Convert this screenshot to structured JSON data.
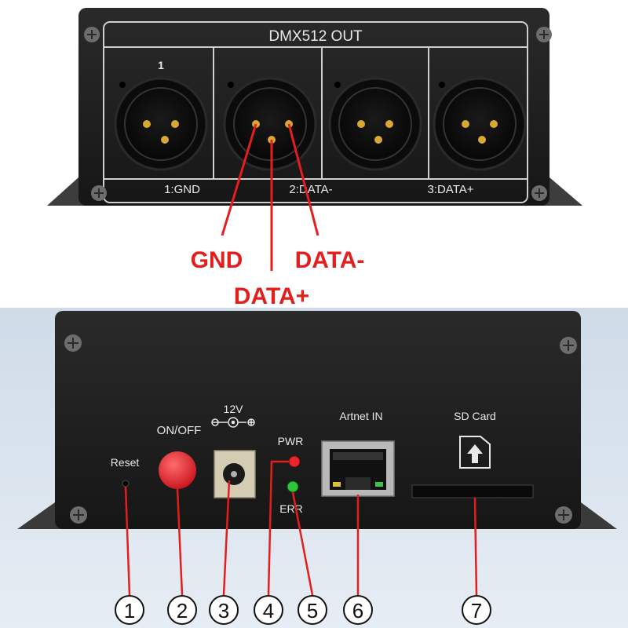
{
  "top_device": {
    "title": "DMX512 OUT",
    "port_number": "1",
    "pin_labels": [
      "1:GND",
      "2:DATA-",
      "3:DATA+"
    ]
  },
  "wiring_labels": {
    "gnd": "GND",
    "data_minus": "DATA-",
    "data_plus": "DATA+"
  },
  "bottom_device": {
    "reset_label": "Reset",
    "onoff_label": "ON/OFF",
    "voltage_label": "12V",
    "pwr_label": "PWR",
    "err_label": "ERR",
    "artnet_label": "Artnet IN",
    "sdcard_label": "SD Card"
  },
  "callouts": [
    "1",
    "2",
    "3",
    "4",
    "5",
    "6",
    "7"
  ],
  "colors": {
    "panel": "#202020",
    "bracket": "#3a3a3a",
    "gold_pin": "#d9a832",
    "callout_red": "#e41d1d",
    "bottom_bg": "#d8e3ee",
    "button_red": "#e2202a"
  }
}
